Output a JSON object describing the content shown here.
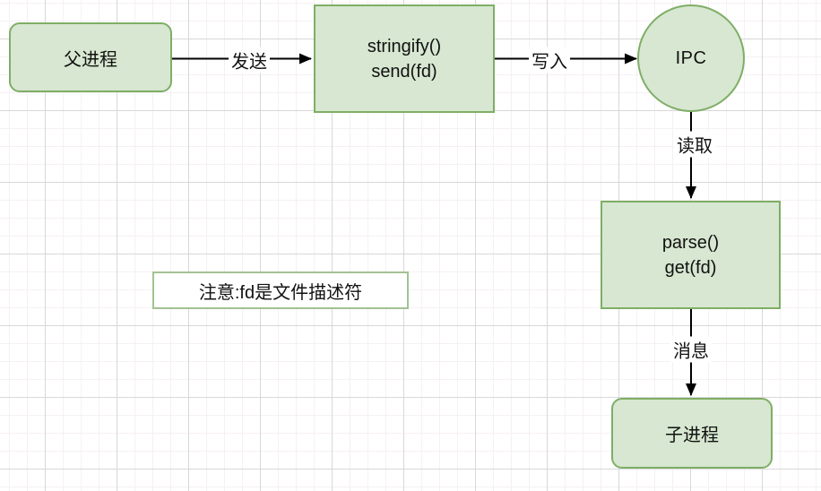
{
  "diagram": {
    "nodes": {
      "parent": {
        "label": "父进程"
      },
      "stringify": {
        "line1": "stringify()",
        "line2": "send(fd)"
      },
      "ipc": {
        "label": "IPC"
      },
      "parse": {
        "line1": "parse()",
        "line2": "get(fd)"
      },
      "child": {
        "label": "子进程"
      },
      "note": {
        "label": "注意:fd是文件描述符"
      }
    },
    "edges": {
      "send": {
        "label": "发送"
      },
      "write": {
        "label": "写入"
      },
      "read": {
        "label": "读取"
      },
      "message": {
        "label": "消息"
      }
    }
  },
  "colors": {
    "shape_fill": "#d7e7d1",
    "shape_border": "#7fae66",
    "note_fill": "#ffffff",
    "note_border": "#a2c293",
    "line": "#000000",
    "text": "#111111",
    "grid_minor": "#f6f0f5",
    "grid_major": "#d9d7da",
    "background": "#ffffff"
  }
}
